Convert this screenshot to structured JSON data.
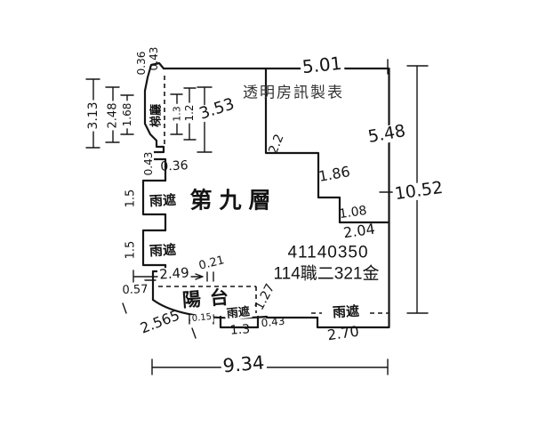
{
  "document": {
    "type": "building-survey-floor-plan",
    "floor_title": "第九層",
    "watermark_maker": "透明房訊製表",
    "case_number": "41140350",
    "doc_number": "114職二321金",
    "room_names": {
      "stair_hall": "梯廳",
      "balcony": "陽台",
      "rain_shelter": "雨遮"
    },
    "line_color": "#151515",
    "background_color": "#ffffff"
  },
  "dimensions_summary": {
    "top_width": "5.01",
    "right_upper_height": "5.48",
    "right_total_height": "10.52",
    "bottom_width": "9.34",
    "left_stack": [
      "3.13",
      "2.48",
      "1.68"
    ],
    "stair_hall_cluster": [
      "0.36",
      "0.43",
      "1.3",
      "1.2",
      "3.53",
      "0.43",
      "0.36"
    ],
    "right_steps": [
      "2.2",
      "1.86",
      "1.08",
      "2.04"
    ],
    "left_shelters": [
      "1.5",
      "1.5"
    ],
    "balcony_cluster": [
      "2.49",
      "0.21",
      "0.57",
      "1.27",
      "0.15",
      "2.565",
      "1.3",
      "0.43"
    ],
    "bottom_shelter": "2.70"
  },
  "labels": [
    {
      "id": "d501",
      "text": "5.01"
    },
    {
      "id": "d548",
      "text": "5.48"
    },
    {
      "id": "d1052",
      "text": "10.52"
    },
    {
      "id": "d934",
      "text": "9.34"
    },
    {
      "id": "d313",
      "text": "3.13"
    },
    {
      "id": "d248",
      "text": "2.48"
    },
    {
      "id": "d168",
      "text": "1.68"
    },
    {
      "id": "d036t",
      "text": "0.36"
    },
    {
      "id": "d043t",
      "text": "0.43"
    },
    {
      "id": "d353",
      "text": "3.53"
    },
    {
      "id": "d13a",
      "text": "1.3"
    },
    {
      "id": "d12a",
      "text": "1.2"
    },
    {
      "id": "tihall",
      "text": "梯廳"
    },
    {
      "id": "d043l",
      "text": "0.43"
    },
    {
      "id": "d036l",
      "text": "0.36"
    },
    {
      "id": "d15a",
      "text": "1.5"
    },
    {
      "id": "yz1",
      "text": "雨遮"
    },
    {
      "id": "d15b",
      "text": "1.5"
    },
    {
      "id": "yz2",
      "text": "雨遮"
    },
    {
      "id": "floor",
      "text": "第九層"
    },
    {
      "id": "maker",
      "text": "透明房訊製表"
    },
    {
      "id": "d22",
      "text": "2.2"
    },
    {
      "id": "d186",
      "text": "1.86"
    },
    {
      "id": "d108",
      "text": "1.08"
    },
    {
      "id": "d204",
      "text": "2.04"
    },
    {
      "id": "num1",
      "text": "41140350"
    },
    {
      "id": "num2",
      "text": "114職二321金"
    },
    {
      "id": "d249",
      "text": "2.49"
    },
    {
      "id": "d021",
      "text": "0.21"
    },
    {
      "id": "d057",
      "text": "0.57"
    },
    {
      "id": "yang",
      "text": "陽台"
    },
    {
      "id": "d127",
      "text": "1.27"
    },
    {
      "id": "d015",
      "text": "0.15"
    },
    {
      "id": "yz3",
      "text": "雨遮"
    },
    {
      "id": "d13b",
      "text": "1.3"
    },
    {
      "id": "d043b",
      "text": "0.43"
    },
    {
      "id": "d2565",
      "text": "2.565"
    },
    {
      "id": "yz4",
      "text": "雨遮"
    },
    {
      "id": "d270",
      "text": "2.70"
    }
  ]
}
